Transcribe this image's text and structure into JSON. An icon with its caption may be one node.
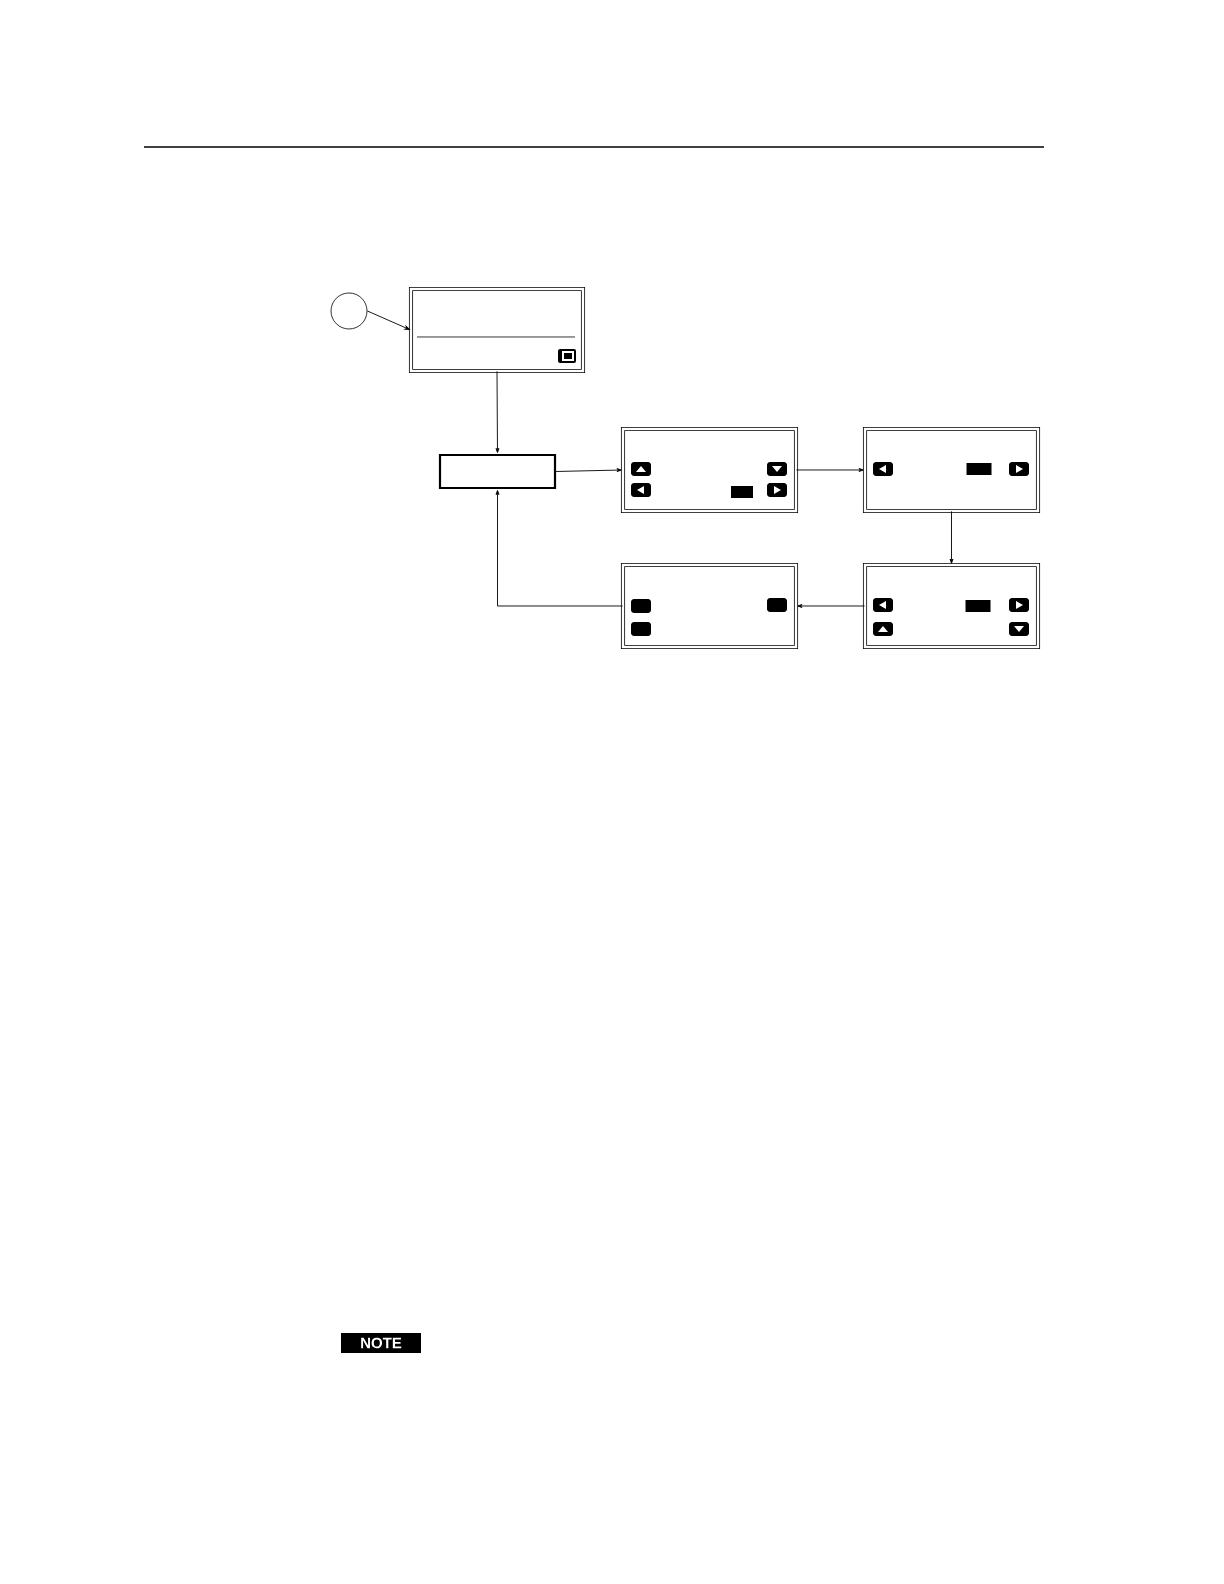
{
  "diagram": {
    "nodes": [
      {
        "text": [],
        "shape": "circle"
      },
      {
        "text": [],
        "shape": "box"
      },
      {
        "text": [],
        "shape": "box"
      },
      {
        "text": [],
        "shape": "box"
      },
      {
        "text": [],
        "shape": "box"
      },
      {
        "text": [],
        "shape": "box"
      },
      {
        "text": [],
        "shape": "box"
      }
    ],
    "edges": [
      {
        "from": 0,
        "to": 1,
        "arrow": "to"
      },
      {
        "from": 1,
        "to": 2,
        "arrow": "to"
      },
      {
        "from": 2,
        "to": 3,
        "arrow": "to"
      },
      {
        "from": 3,
        "to": 4,
        "arrow": "to"
      },
      {
        "from": 4,
        "to": 5,
        "arrow": "to"
      },
      {
        "from": 5,
        "to": 6,
        "arrow": "to"
      },
      {
        "from": 6,
        "to": 2,
        "arrow": "to"
      }
    ],
    "labels": [
      "NOTE"
    ]
  }
}
